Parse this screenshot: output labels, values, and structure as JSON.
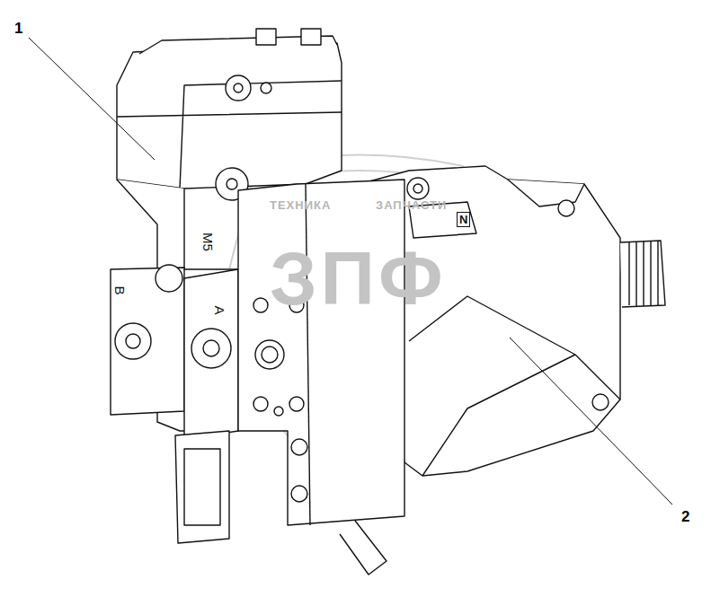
{
  "diagram": {
    "labels": [
      "1",
      "2",
      "M5",
      "B",
      "A",
      "N",
      "ТЕХНИКА",
      "ЗАПЧАСТИ",
      "ЗПФ"
    ]
  }
}
